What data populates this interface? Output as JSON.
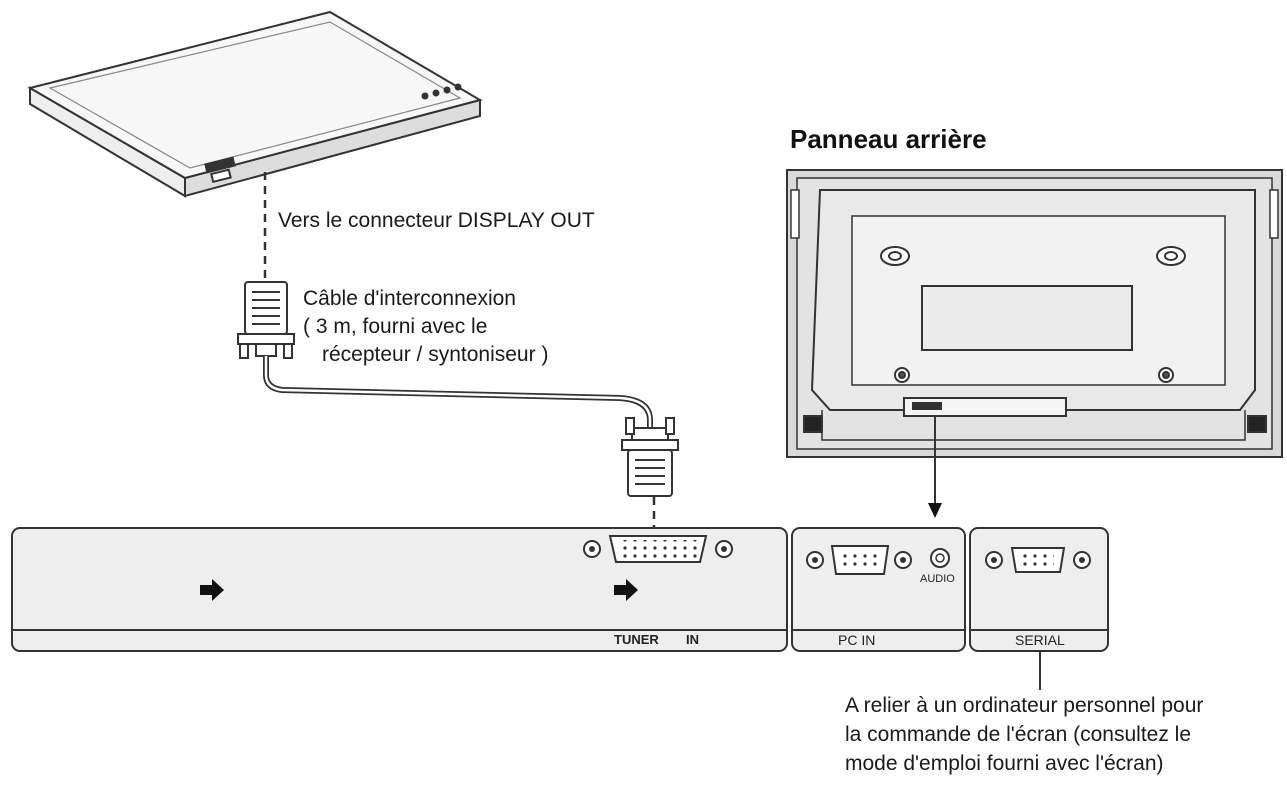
{
  "heading_rear_panel": "Panneau arrière",
  "labels": {
    "display_out": "Vers le connecteur DISPLAY OUT",
    "cable_line1": "Câble d'interconnexion",
    "cable_line2": "( 3 m, fourni avec le",
    "cable_line3": "récepteur / syntoniseur )",
    "note_line1": "A relier à un ordinateur personnel pour",
    "note_line2": "la commande de l'écran (consultez le",
    "note_line3": "mode d'emploi fourni avec l'écran)"
  },
  "panel_labels": {
    "tuner": "TUNER",
    "in": "IN",
    "pc_in": "PC IN",
    "serial": "SERIAL",
    "audio": "AUDIO"
  },
  "icons": {
    "arrow_left": "arrow-right-icon",
    "arrow_right": "arrow-right-icon"
  }
}
